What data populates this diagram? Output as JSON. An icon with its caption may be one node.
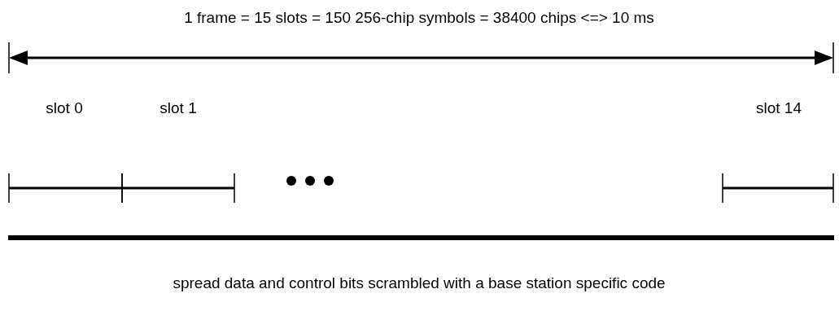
{
  "diagram": {
    "labels": [
      "1 frame = 15 slots = 150 256-chip symbols = 38400 chips <=> 10 ms",
      "slot 0",
      "slot 1",
      "slot 14",
      "spread data and control bits scrambled with a base station specific code"
    ]
  }
}
